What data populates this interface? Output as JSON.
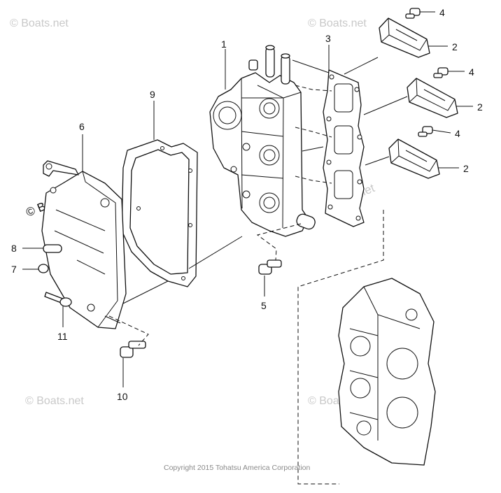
{
  "watermarks": {
    "corner_text": "© Boats.net",
    "overlay_text": "Boats.net"
  },
  "copyright": "Copyright 2015 Tohatsu America Corporation",
  "callouts": [
    "1",
    "2",
    "2",
    "2",
    "3",
    "4",
    "4",
    "4",
    "5",
    "6",
    "7",
    "8",
    "9",
    "10",
    "11"
  ]
}
